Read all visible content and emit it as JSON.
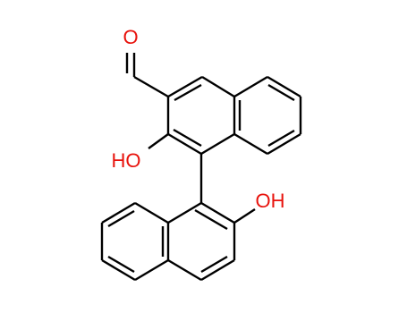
{
  "molecule": {
    "labels": {
      "aldehyde_oxygen": "O",
      "hydroxyl_upper": "HO",
      "hydroxyl_lower": "OH"
    },
    "colors": {
      "bond": "#000000",
      "heteroatom": "#e8120c"
    }
  }
}
